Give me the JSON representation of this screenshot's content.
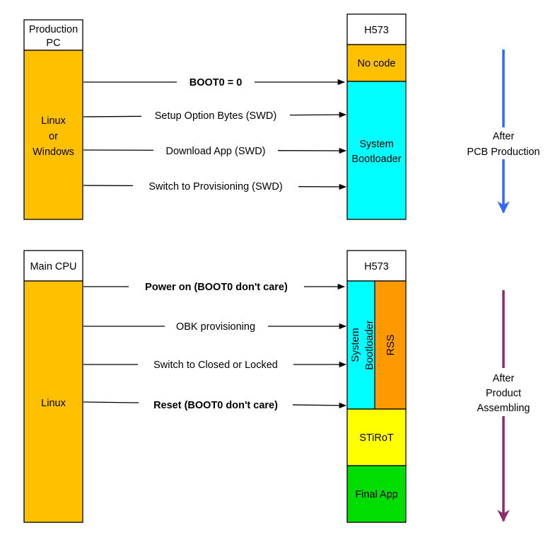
{
  "colors": {
    "host": "#FFC000",
    "no_code": "#FFC000",
    "bootloader": "#00FFFF",
    "rss": "#FF9900",
    "stirot": "#FFFF00",
    "final_app": "#00DD00",
    "timeline_top": "#3366FF",
    "timeline_bottom": "#8B2E6B"
  },
  "top": {
    "host_title_line1": "Production",
    "host_title_line2": "PC",
    "host_body_line1": "Linux",
    "host_body_line2": "or",
    "host_body_line3": "Windows",
    "target_title": "H573",
    "no_code": "No code",
    "bootloader_line1": "System",
    "bootloader_line2": "Bootloader",
    "arrows": [
      "BOOT0 = 0",
      "Setup Option Bytes (SWD)",
      "Download App (SWD)",
      "Switch to Provisioning (SWD)"
    ],
    "timeline_line1": "After",
    "timeline_line2": "PCB Production"
  },
  "bottom": {
    "host_title": "Main CPU",
    "host_body": "Linux",
    "target_title": "H573",
    "bootloader_line1": "System",
    "bootloader_line2": "Bootloader",
    "rss": "RSS",
    "stirot": "STiRoT",
    "final_app": "Final App",
    "arrows": [
      "Power on (BOOT0 don't care)",
      "OBK provisioning",
      "Switch to Closed or Locked",
      "Reset (BOOT0 don't care)"
    ],
    "timeline_line1": "After",
    "timeline_line2": "Product",
    "timeline_line3": "Assembling"
  }
}
